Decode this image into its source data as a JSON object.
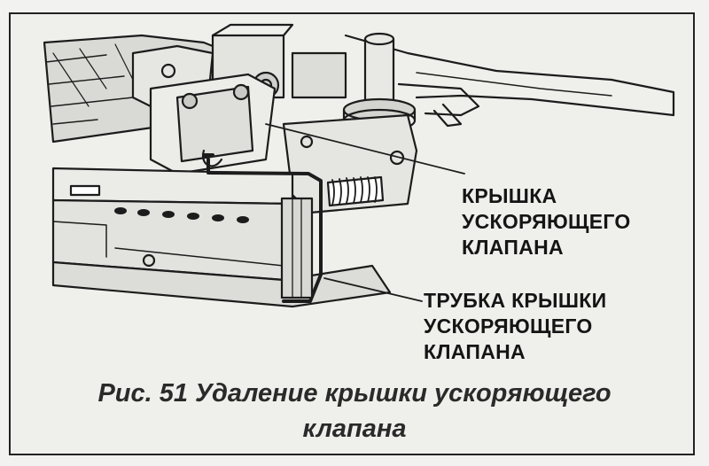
{
  "figure": {
    "callouts": [
      {
        "lines": [
          "КРЫШКА",
          "УСКОРЯЮЩЕГО",
          "КЛАПАНА"
        ]
      },
      {
        "lines": [
          "ТРУБКА КРЫШКИ",
          "УСКОРЯЮЩЕГО",
          "КЛАПАНА"
        ]
      }
    ],
    "caption": {
      "line1": "Рис. 51 Удаление крышки ускоряющего",
      "line2": "клапана"
    }
  }
}
